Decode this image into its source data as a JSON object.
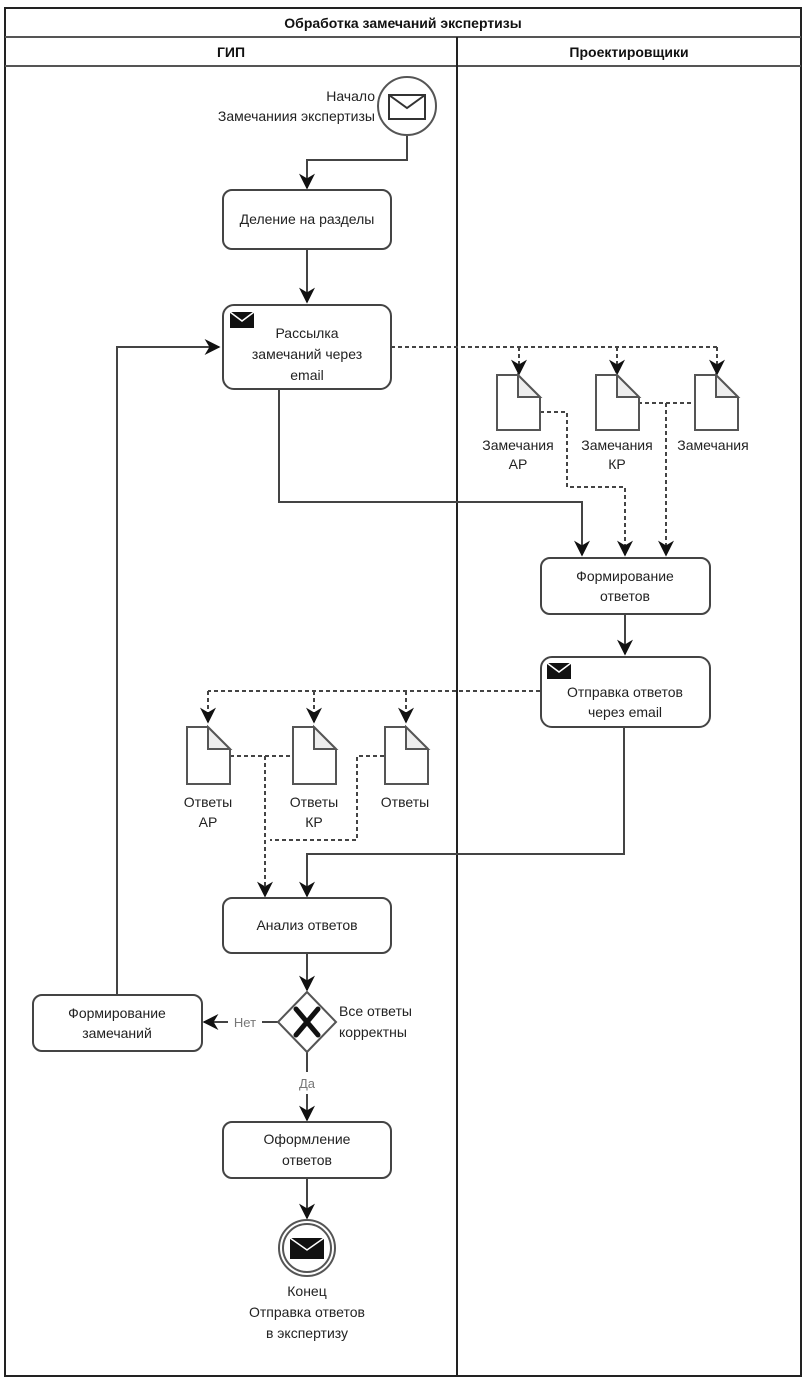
{
  "pool": {
    "title": "Обработка замечаний экспертизы",
    "lanes": [
      {
        "name": "ГИП"
      },
      {
        "name": "Проектировщики"
      }
    ]
  },
  "events": {
    "start": {
      "line1": "Начало",
      "line2": "Замечаниия экспертизы",
      "icon": "envelope-outline-icon"
    },
    "end": {
      "line1": "Конец",
      "line2": "Отправка ответов",
      "line3": "в экспертизу",
      "icon": "envelope-filled-icon"
    }
  },
  "tasks": {
    "divide": {
      "lines": [
        "Деление на разделы"
      ]
    },
    "send_remarks": {
      "lines": [
        "Рассылка",
        "замечаний через",
        "email"
      ],
      "icon": "envelope-filled-icon"
    },
    "form_answers": {
      "lines": [
        "Формирование",
        "ответов"
      ]
    },
    "send_answers": {
      "lines": [
        "Отправка ответов",
        "через email"
      ],
      "icon": "envelope-filled-icon"
    },
    "analyze": {
      "lines": [
        "Анализ ответов"
      ]
    },
    "form_remarks": {
      "lines": [
        "Формирование",
        "замечаний"
      ]
    },
    "finalize": {
      "lines": [
        "Оформление",
        "ответов"
      ]
    }
  },
  "gateway": {
    "lines": [
      "Все ответы",
      "корректны"
    ],
    "icon": "x-exclusive-icon",
    "no_label": "Нет",
    "yes_label": "Да"
  },
  "documents": {
    "remarks": [
      {
        "lines": [
          "Замечания",
          "АР"
        ]
      },
      {
        "lines": [
          "Замечания",
          "КР"
        ]
      },
      {
        "lines": [
          "Замечания"
        ]
      }
    ],
    "answers": [
      {
        "lines": [
          "Ответы",
          "АР"
        ]
      },
      {
        "lines": [
          "Ответы",
          "КР"
        ]
      },
      {
        "lines": [
          "Ответы"
        ]
      }
    ]
  }
}
